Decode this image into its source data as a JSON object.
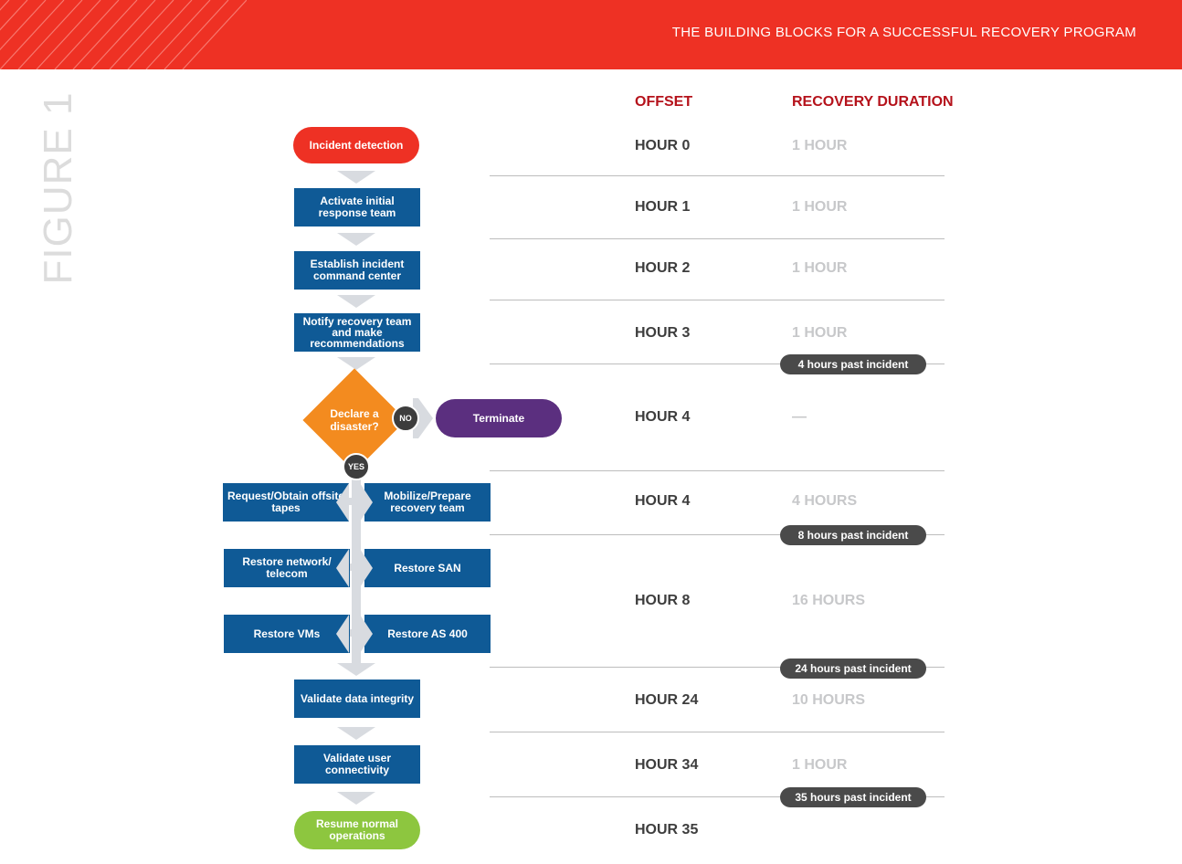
{
  "header": {
    "title": "THE BUILDING BLOCKS FOR A SUCCESSFUL RECOVERY  PROGRAM"
  },
  "figure_label": "FIGURE 1",
  "columns": {
    "offset": "OFFSET",
    "duration": "RECOVERY DURATION"
  },
  "flow": {
    "incident": "Incident detection",
    "activate": "Activate initial response team",
    "establish": "Establish incident command center",
    "notify": "Notify recovery team and make recommendations",
    "declare": "Declare a disaster?",
    "no": "NO",
    "yes": "YES",
    "terminate": "Terminate",
    "request_tapes": "Request/Obtain offsite tapes",
    "mobilize": "Mobilize/Prepare recovery team",
    "restore_network": "Restore network/ telecom",
    "restore_san": "Restore SAN",
    "restore_vms": "Restore VMs",
    "restore_as400": "Restore AS 400",
    "validate_data": "Validate data integrity",
    "validate_user": "Validate user connectivity",
    "resume": "Resume normal operations"
  },
  "rows": [
    {
      "offset": "HOUR 0",
      "duration": "1 HOUR"
    },
    {
      "offset": "HOUR 1",
      "duration": "1 HOUR"
    },
    {
      "offset": "HOUR 2",
      "duration": "1 HOUR"
    },
    {
      "offset": "HOUR 3",
      "duration": "1 HOUR"
    },
    {
      "offset": "HOUR 4",
      "duration": "—"
    },
    {
      "offset": "HOUR 4",
      "duration": "4 HOURS"
    },
    {
      "offset": "HOUR 8",
      "duration": "16 HOURS"
    },
    {
      "offset": "HOUR 24",
      "duration": "10 HOURS"
    },
    {
      "offset": "HOUR 34",
      "duration": "1 HOUR"
    },
    {
      "offset": "HOUR 35",
      "duration": ""
    }
  ],
  "milestones": [
    "4 hours past incident",
    "8 hours past incident",
    "24 hours past incident",
    "35 hours past incident"
  ],
  "colors": {
    "banner": "#ee3124",
    "box": "#0f5a96",
    "decision": "#f38b1f",
    "terminate": "#5b2f7f",
    "resume": "#8dc63f",
    "heading": "#b5121b"
  }
}
